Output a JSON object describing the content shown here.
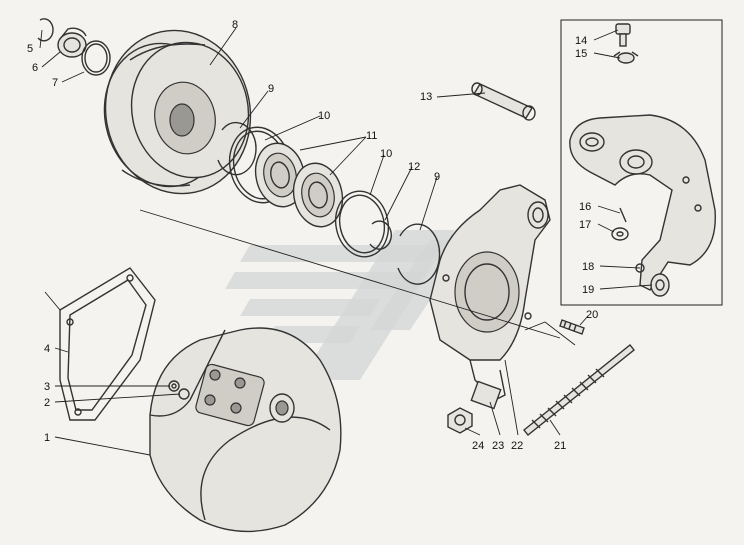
{
  "callouts": [
    {
      "id": "c1",
      "label": "1"
    },
    {
      "id": "c2",
      "label": "2"
    },
    {
      "id": "c3",
      "label": "3"
    },
    {
      "id": "c4",
      "label": "4"
    },
    {
      "id": "c5",
      "label": "5"
    },
    {
      "id": "c6",
      "label": "6"
    },
    {
      "id": "c7",
      "label": "7"
    },
    {
      "id": "c8",
      "label": "8"
    },
    {
      "id": "c9a",
      "label": "9"
    },
    {
      "id": "c9b",
      "label": "9"
    },
    {
      "id": "c10a",
      "label": "10"
    },
    {
      "id": "c10b",
      "label": "10"
    },
    {
      "id": "c11",
      "label": "11"
    },
    {
      "id": "c12",
      "label": "12"
    },
    {
      "id": "c13",
      "label": "13"
    },
    {
      "id": "c14",
      "label": "14"
    },
    {
      "id": "c15",
      "label": "15"
    },
    {
      "id": "c16",
      "label": "16"
    },
    {
      "id": "c17",
      "label": "17"
    },
    {
      "id": "c18",
      "label": "18"
    },
    {
      "id": "c19",
      "label": "19"
    },
    {
      "id": "c20",
      "label": "20"
    },
    {
      "id": "c21",
      "label": "21"
    },
    {
      "id": "c22",
      "label": "22"
    },
    {
      "id": "c23",
      "label": "23"
    },
    {
      "id": "c24",
      "label": "24"
    }
  ]
}
